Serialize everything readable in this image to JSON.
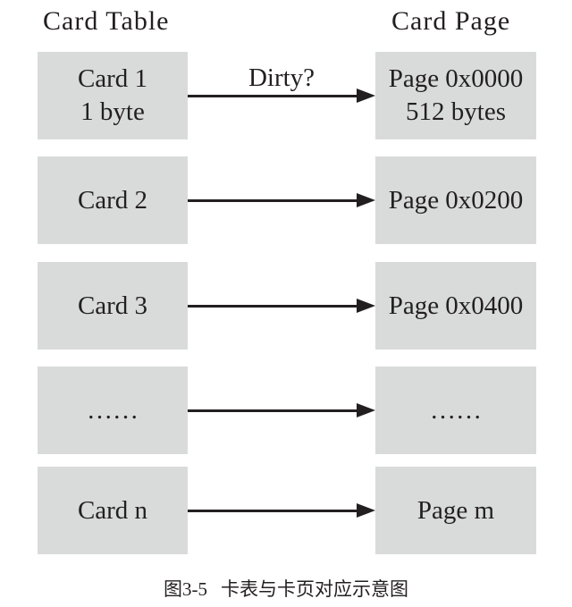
{
  "figure": {
    "left_column_header": "Card Table",
    "right_column_header": "Card Page",
    "caption": {
      "tag": "图3-5",
      "title": "卡表与卡页对应示意图"
    }
  },
  "colors": {
    "box_fill": "#d9dbdb",
    "ink": "#231f20",
    "background": "#ffffff"
  },
  "rows": [
    {
      "card": {
        "line1": "Card 1",
        "line2": "1 byte"
      },
      "arrow_label": "Dirty?",
      "page": {
        "line1": "Page 0x0000",
        "line2": "512 bytes"
      }
    },
    {
      "card": {
        "line1": "Card 2",
        "line2": ""
      },
      "arrow_label": "",
      "page": {
        "line1": "Page 0x0200",
        "line2": ""
      }
    },
    {
      "card": {
        "line1": "Card 3",
        "line2": ""
      },
      "arrow_label": "",
      "page": {
        "line1": "Page 0x0400",
        "line2": ""
      }
    },
    {
      "card": {
        "line1": "……",
        "line2": ""
      },
      "arrow_label": "",
      "page": {
        "line1": "……",
        "line2": ""
      }
    },
    {
      "card": {
        "line1": "Card n",
        "line2": ""
      },
      "arrow_label": "",
      "page": {
        "line1": "Page m",
        "line2": ""
      }
    }
  ]
}
